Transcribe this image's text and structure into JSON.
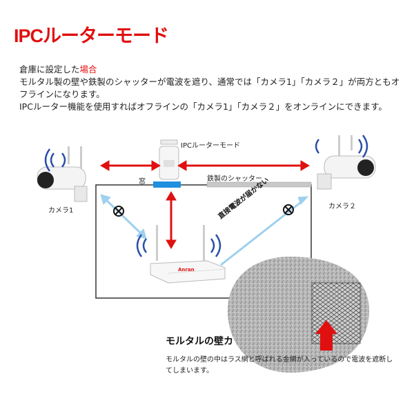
{
  "title": "IPCルーターモード",
  "description": {
    "line1_prefix": "倉庫に設定した",
    "line1_highlight": "場合",
    "line2": "モルタル製の壁や鉄製のシャッターが電波を遮り、通常では「カメラ1」「カメラ２」が両方ともオフラインになります。",
    "line3": "IPCルーター機能を使用すればオフラインの「カメラ1」「カメラ２」をオンラインにできます。"
  },
  "labels": {
    "ipc_router_mode": "IPCルーターモード",
    "window": "窓",
    "steel_shutter": "鉄製のシャッター",
    "camera1": "カメラ1",
    "camera2": "カメラ２",
    "signal_blocked": "直接電波が届かない",
    "nvr_brand": "Anran"
  },
  "wall": {
    "title": "モルタルの壁カ",
    "description": "モルタルの壁の中はラス網と呼ばれる金網が入っているので電波を遮断してしまいます。"
  },
  "colors": {
    "accent_red": "#e01010",
    "signal_blue": "#2a4fa8",
    "window_blue": "#1e90e0",
    "blocked_arrow": "#9fd0ee",
    "shutter_gray": "#c8c8c8"
  },
  "icons": [
    "camera-icon",
    "router-icon",
    "nvr-icon",
    "wifi-signal-icon",
    "blocked-x-icon",
    "double-arrow-icon"
  ]
}
